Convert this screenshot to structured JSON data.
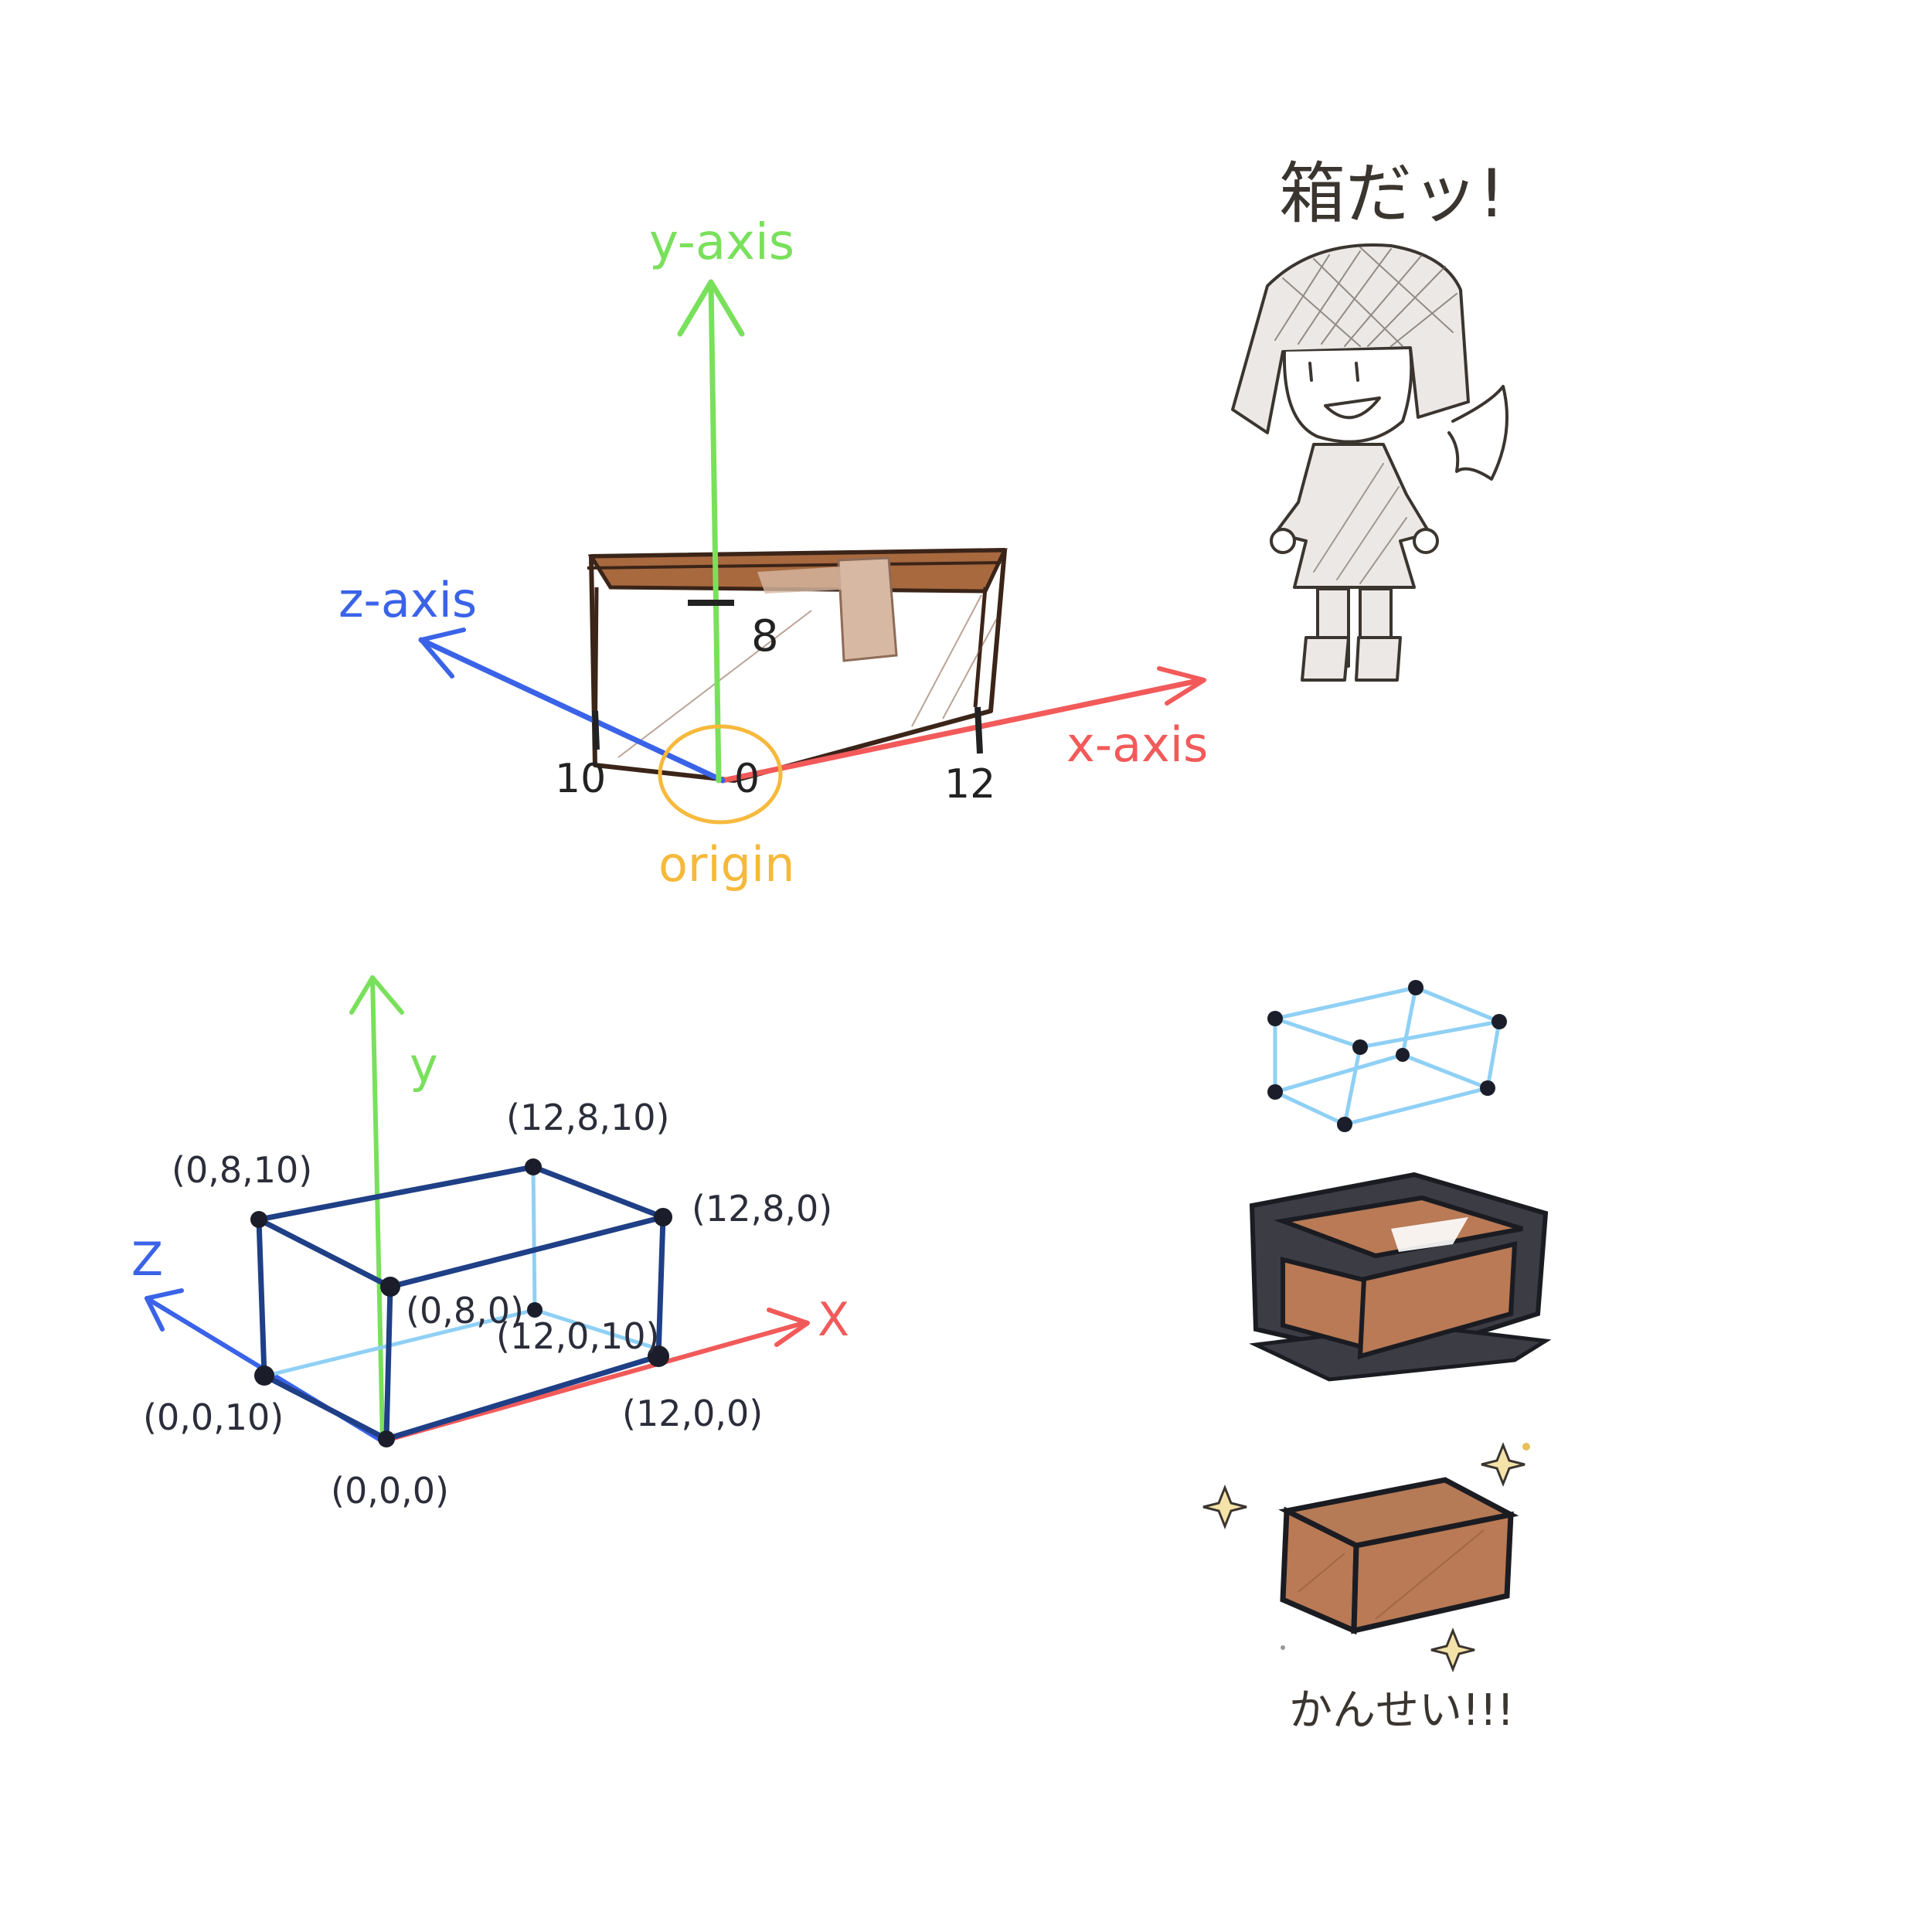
{
  "top_diagram": {
    "y_axis_label": "y-axis",
    "z_axis_label": "z-axis",
    "x_axis_label": "x-axis",
    "height_tick": "8",
    "z_tick": "10",
    "origin_tick": "0",
    "x_tick": "12",
    "origin_label": "origin"
  },
  "bottom_diagram": {
    "y_label": "y",
    "z_label": "Z",
    "x_label": "X",
    "vertices": {
      "v_0_8_10": "(0,8,10)",
      "v_12_8_10": "(12,8,10)",
      "v_12_8_0": "(12,8,0)",
      "v_0_8_0": "(0,8,0)",
      "v_12_0_10": "(12,0,10)",
      "v_0_0_10": "(0,0,10)",
      "v_12_0_0": "(12,0,0)",
      "v_0_0_0": "(0,0,0)"
    }
  },
  "character": {
    "speech": "箱だッ!"
  },
  "steps": {
    "done_label": "かんせい!!!"
  },
  "colors": {
    "y_axis": "#79e05c",
    "x_axis": "#f25a5a",
    "z_axis": "#3a63e8",
    "origin": "#f6b93b",
    "box": "#b97a55",
    "wire_light": "#8fd0f5",
    "wire_dark": "#1f3f86",
    "ink": "#2b2d3a",
    "sparkle": "#e6c05a"
  }
}
